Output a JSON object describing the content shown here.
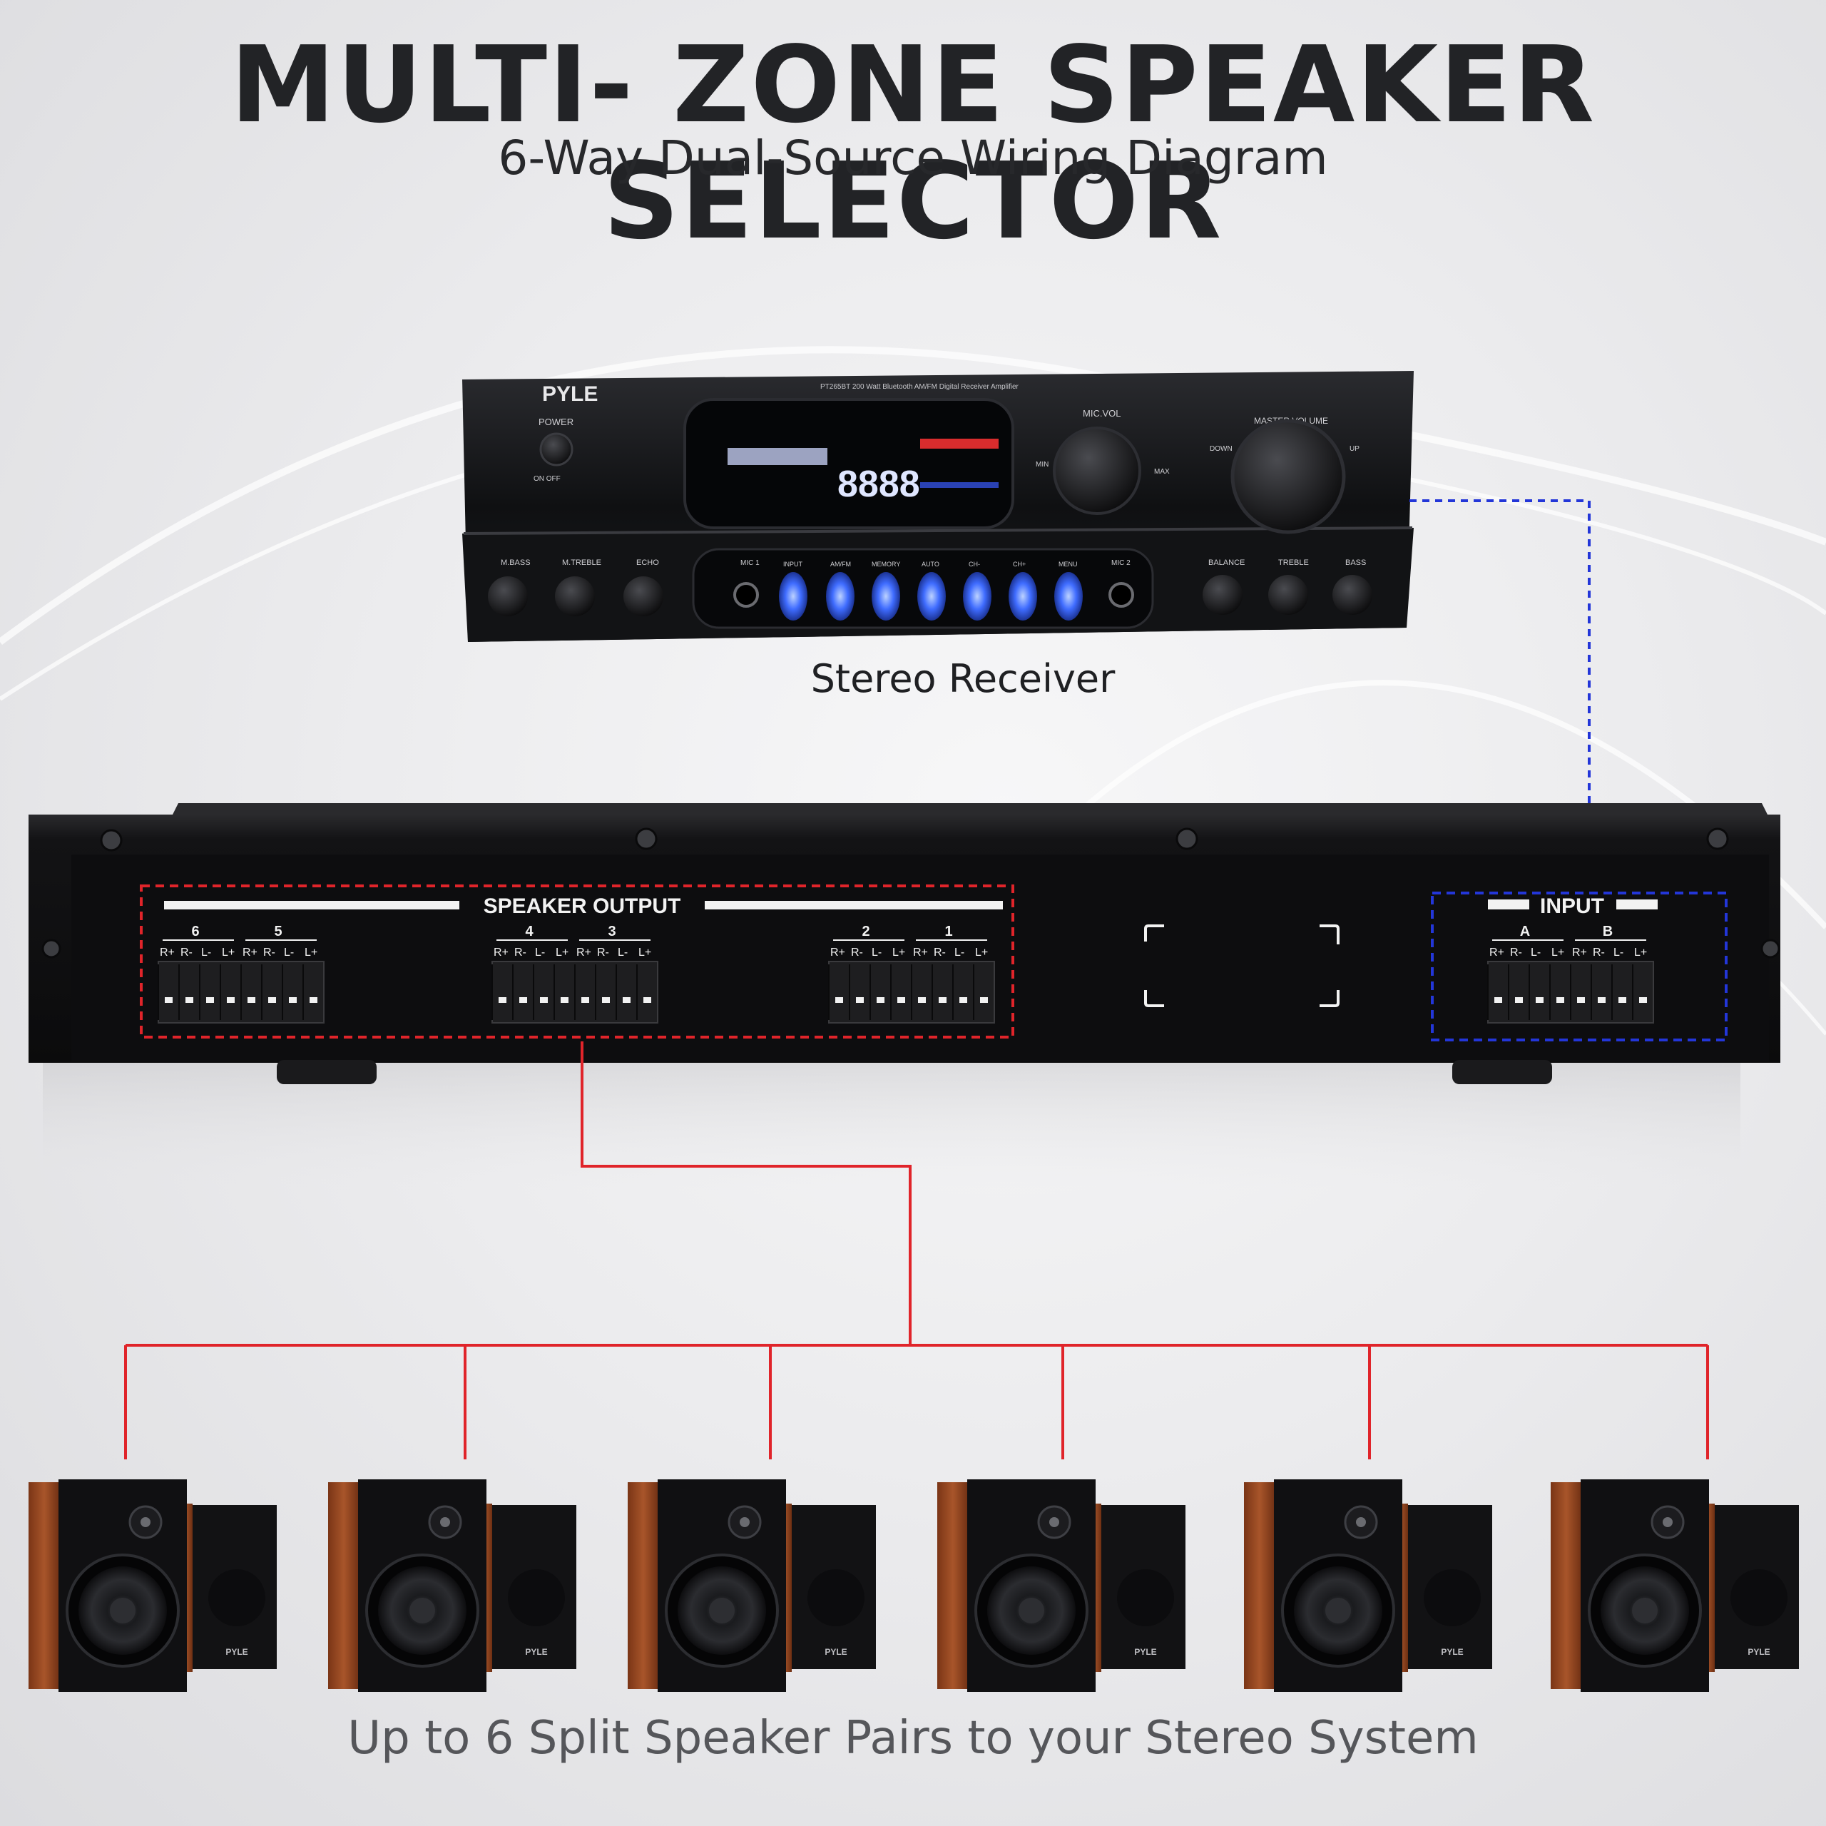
{
  "header": {
    "title": "MULTI- ZONE SPEAKER SELECTOR",
    "subtitle": "6-Way Dual-Source Wiring Diagram"
  },
  "receiver": {
    "caption": "Stereo Receiver",
    "brand": "PYLE",
    "model_line": "PT265BT 200 Watt Bluetooth AM/FM Digital Receiver Amplifier",
    "display_digits": "8888",
    "power_label": "POWER",
    "power_states": "ON  OFF",
    "mic_vol_label": "MIC.VOL",
    "mic_vol_min": "MIN",
    "mic_vol_max": "MAX",
    "master_volume_label": "MASTER VOLUME",
    "master_down": "DOWN",
    "master_up": "UP",
    "left_knobs": [
      "M.BASS",
      "M.TREBLE",
      "ECHO"
    ],
    "right_knobs": [
      "BALANCE",
      "TREBLE",
      "BASS"
    ],
    "mic1": "MIC 1",
    "mic2": "MIC 2",
    "buttons": [
      "INPUT",
      "AM/FM",
      "MEMORY",
      "AUTO",
      "CH-",
      "CH+",
      "MENU"
    ]
  },
  "selector": {
    "output_label": "SPEAKER OUTPUT",
    "input_label": "INPUT",
    "terminal_pins": [
      "R+",
      "R-",
      "L-",
      "L+"
    ],
    "output_groups": [
      {
        "zones": [
          "6",
          "5"
        ]
      },
      {
        "zones": [
          "4",
          "3"
        ]
      },
      {
        "zones": [
          "2",
          "1"
        ]
      }
    ],
    "input_sources": [
      "A",
      "B"
    ]
  },
  "speakers": {
    "count": 6,
    "badge": "PYLE"
  },
  "footer": {
    "caption": "Up to 6 Split Speaker Pairs to your Stereo System"
  },
  "colors": {
    "output_wire": "#e0242a",
    "input_wire": "#2336d8",
    "chassis": "#141416",
    "button_glow": "#4a7bff",
    "speaker_wood": "#9a4a22"
  }
}
